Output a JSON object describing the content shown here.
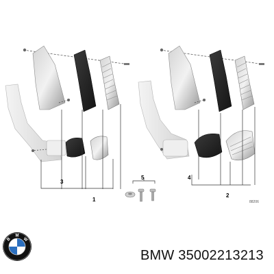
{
  "diagram": {
    "callouts": [
      "1",
      "2",
      "3",
      "4",
      "5"
    ],
    "drawing_code": "88206"
  },
  "footer": {
    "brand": "BMW",
    "part_number": "35002213213",
    "logo_icon": "bmw-roundel-icon",
    "logo_colors": {
      "ring": "#111111",
      "blue": "#2b6fbf",
      "white": "#ffffff"
    }
  }
}
